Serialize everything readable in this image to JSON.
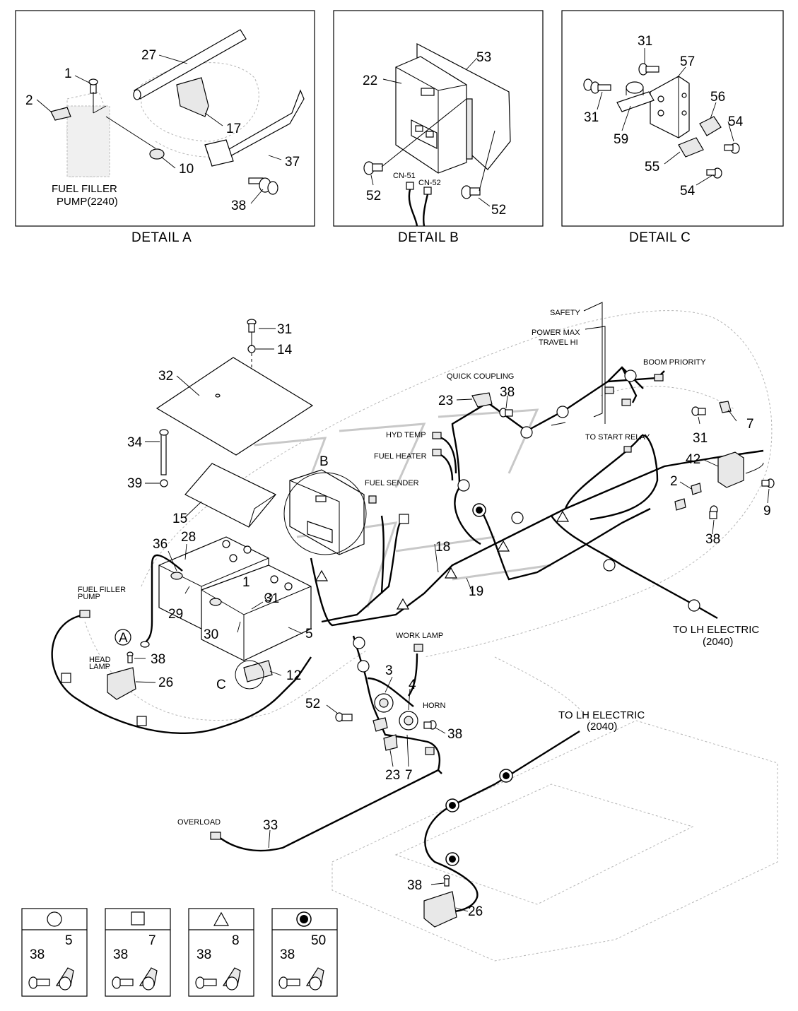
{
  "details": {
    "a": {
      "caption": "DETAIL  A",
      "part_label_line1": "FUEL FILLER",
      "part_label_line2": "PUMP(2240)",
      "callouts": [
        "1",
        "2",
        "27",
        "17",
        "10",
        "37",
        "38"
      ]
    },
    "b": {
      "caption": "DETAIL  B",
      "connector_1": "CN-51",
      "connector_2": "CN-52",
      "callouts": [
        "22",
        "53",
        "52",
        "52"
      ]
    },
    "c": {
      "caption": "DETAIL  C",
      "callouts": [
        "31",
        "57",
        "31",
        "56",
        "59",
        "54",
        "55",
        "54"
      ]
    }
  },
  "main": {
    "labels": {
      "safety": "SAFETY",
      "power_max": "POWER MAX",
      "travel_hi": "TRAVEL HI",
      "boom_priority": "BOOM PRIORITY",
      "quick_coupling": "QUICK COUPLING",
      "to_start_relay": "TO START RELAY",
      "hyd_temp": "HYD TEMP",
      "fuel_heater": "FUEL HEATER",
      "fuel_sender": "FUEL SENDER",
      "fuel_filler_pump_1": "FUEL FILLER",
      "fuel_filler_pump_2": "PUMP",
      "head_lamp_1": "HEAD",
      "head_lamp_2": "LAMP",
      "work_lamp": "WORK LAMP",
      "horn": "HORN",
      "overload": "OVERLOAD",
      "to_lh_electric_1_line1": "TO LH ELECTRIC",
      "to_lh_electric_1_line2": "(2040)",
      "to_lh_electric_2_line1": "TO LH ELECTRIC",
      "to_lh_electric_2_line2": "(2040)",
      "detail_marker_a": "A",
      "detail_marker_b": "B",
      "detail_marker_c": "C"
    },
    "callouts": {
      "c31_top": "31",
      "c14": "14",
      "c32": "32",
      "c34": "34",
      "c39": "39",
      "c15": "15",
      "c36": "36",
      "c28": "28",
      "c1": "1",
      "c29": "29",
      "c31_bat": "31",
      "c30": "30",
      "c5": "5",
      "c12": "12",
      "c38_lamp": "38",
      "c26_left": "26",
      "c23_top": "23",
      "c38_top": "38",
      "c31_right": "31",
      "c7_right": "7",
      "c42": "42",
      "c2_right": "2",
      "c9": "9",
      "c38_right": "38",
      "c18": "18",
      "c19": "19",
      "c3": "3",
      "c4": "4",
      "c52": "52",
      "c38_horn": "38",
      "c23_bot": "23",
      "c7_bot": "7",
      "c33": "33",
      "c38_bottom": "38",
      "c26_bottom": "26"
    }
  },
  "legend": [
    {
      "symbol": "circle",
      "part_a": "38",
      "part_b": "5"
    },
    {
      "symbol": "square",
      "part_a": "38",
      "part_b": "7"
    },
    {
      "symbol": "triangle",
      "part_a": "38",
      "part_b": "8"
    },
    {
      "symbol": "filled-circle",
      "part_a": "38",
      "part_b": "50"
    }
  ]
}
